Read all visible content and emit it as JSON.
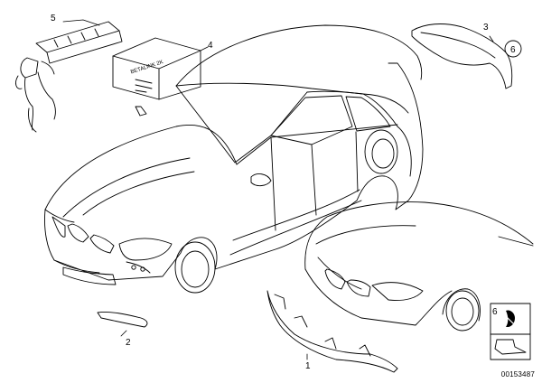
{
  "callouts": {
    "c1": "1",
    "c2": "2",
    "c3": "3",
    "c4": "4",
    "c5": "5",
    "c6_circle": "6",
    "c6_box": "6"
  },
  "box_label": "BETALINK 2K",
  "doc_id": "00153487",
  "colors": {
    "line": "#000000",
    "background": "#ffffff"
  }
}
